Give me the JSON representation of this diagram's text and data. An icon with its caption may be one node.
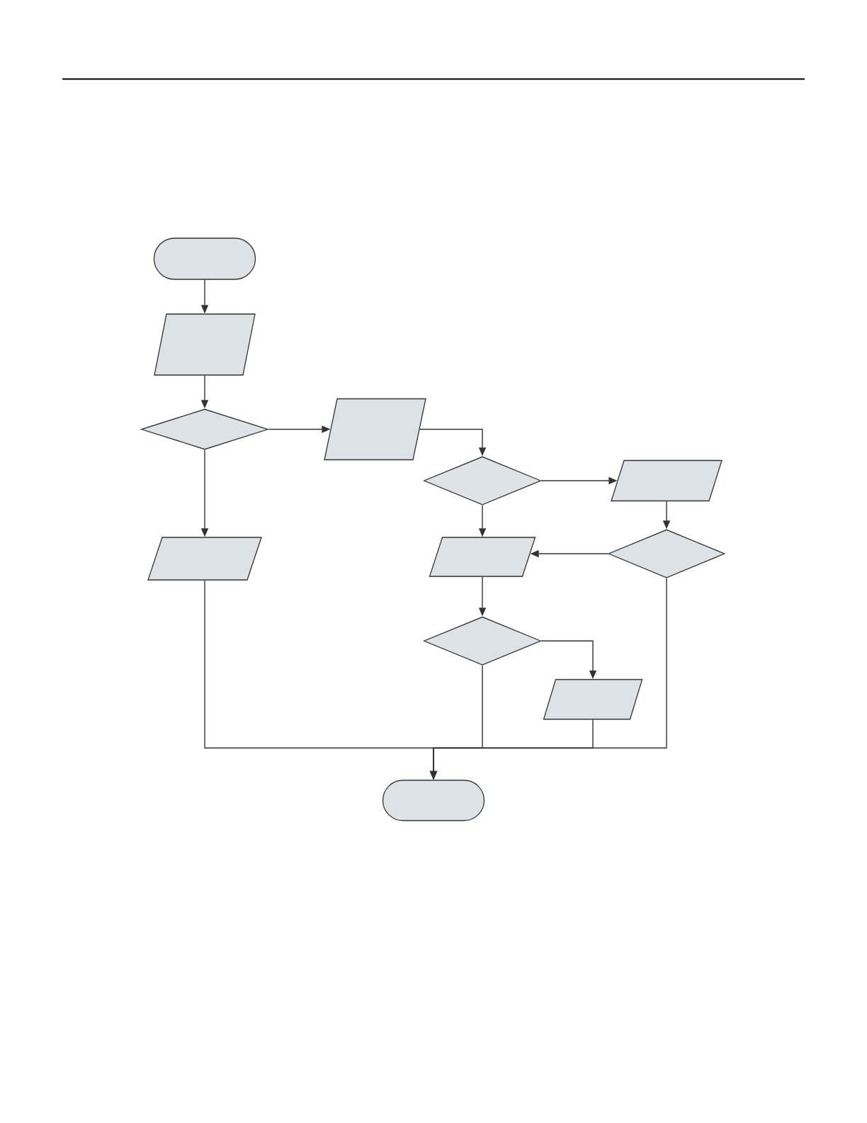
{
  "diagram": {
    "nodes": [
      {
        "text": [],
        "shape": "stadium"
      },
      {
        "text": [],
        "shape": "parallelogram"
      },
      {
        "text": [],
        "shape": "diamond"
      },
      {
        "text": [],
        "shape": "parallelogram"
      },
      {
        "text": [],
        "shape": "diamond"
      },
      {
        "text": [],
        "shape": "parallelogram"
      },
      {
        "text": [],
        "shape": "parallelogram"
      },
      {
        "text": [],
        "shape": "parallelogram"
      },
      {
        "text": [],
        "shape": "diamond"
      },
      {
        "text": [],
        "shape": "diamond"
      },
      {
        "text": [],
        "shape": "parallelogram"
      },
      {
        "text": [],
        "shape": "stadium"
      }
    ],
    "edges": [
      {
        "from": 0,
        "to": 1,
        "arrow": "to"
      },
      {
        "from": 1,
        "to": 2,
        "arrow": "to"
      },
      {
        "from": 2,
        "to": 3,
        "arrow": "to"
      },
      {
        "from": 2,
        "to": 6,
        "arrow": "to"
      },
      {
        "from": 3,
        "to": 4,
        "arrow": "to"
      },
      {
        "from": 4,
        "to": 5,
        "arrow": "to"
      },
      {
        "from": 4,
        "to": 7,
        "arrow": "to"
      },
      {
        "from": 5,
        "to": 8,
        "arrow": "to"
      },
      {
        "from": 8,
        "to": 7,
        "arrow": "to"
      },
      {
        "from": 7,
        "to": 9,
        "arrow": "to"
      },
      {
        "from": 9,
        "to": 10,
        "arrow": "to"
      },
      {
        "from": 6,
        "to": 11,
        "arrow": "to"
      },
      {
        "from": 9,
        "to": 11,
        "arrow": "to"
      },
      {
        "from": 10,
        "to": 11,
        "arrow": "to"
      },
      {
        "from": 8,
        "to": 11,
        "arrow": "to"
      }
    ]
  }
}
